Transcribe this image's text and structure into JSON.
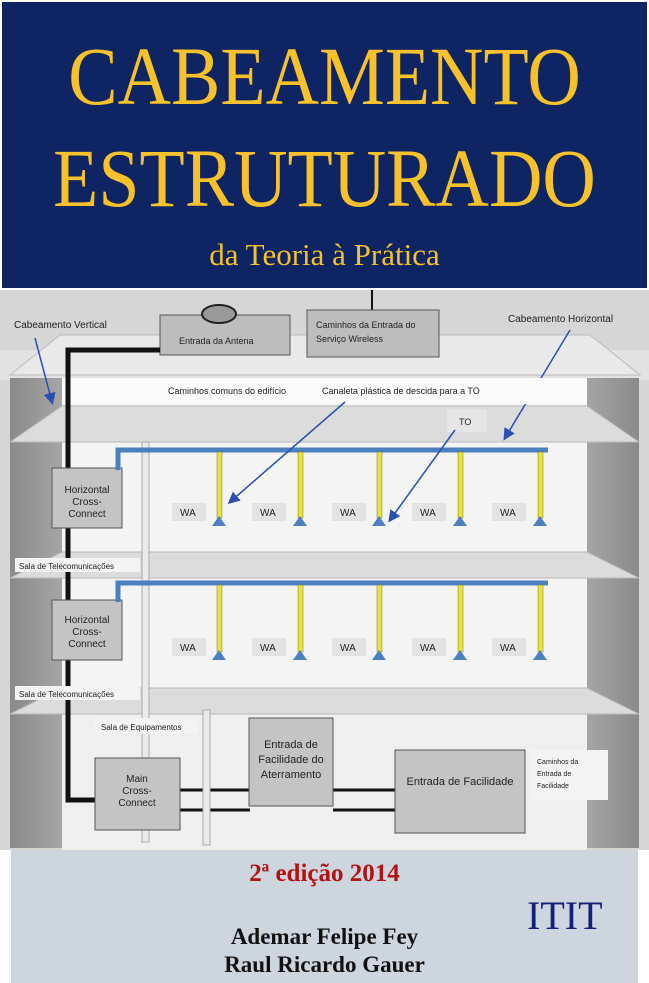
{
  "cover": {
    "title_line1": "CABEAMENTO",
    "title_line2": "ESTRUTURADO",
    "subtitle": "da Teoria à Prática",
    "edition": "2ª edição 2014",
    "publisher": "ITIT",
    "authors": [
      "Ademar Felipe Fey",
      "Raul Ricardo Gauer"
    ]
  },
  "diagram": {
    "labels": {
      "cabeamento_vertical": "Cabeamento Vertical",
      "cabeamento_horizontal": "Cabeamento Horizontal",
      "entrada_antena": "Entrada da Antena",
      "caminhos_wireless_1": "Caminhos da Entrada do",
      "caminhos_wireless_2": "Serviço Wireless",
      "caminhos_comuns": "Caminhos comuns do edifício",
      "canaleta": "Canaleta plástica de descida para a TO",
      "to": "TO",
      "hcc_1": "Horizontal",
      "hcc_2": "Cross-",
      "hcc_3": "Connect",
      "sala_telecom": "Sala de Telecomunicações",
      "sala_equip": "Sala de Equipamentos",
      "mcc_1": "Main",
      "mcc_2": "Cross-",
      "mcc_3": "Connect",
      "aterr_1": "Entrada de",
      "aterr_2": "Facilidade do",
      "aterr_3": "Aterramento",
      "entrada_facilidade": "Entrada de Facilidade",
      "caminhos_fac_1": "Caminhos da",
      "caminhos_fac_2": "Entrada de",
      "caminhos_fac_3": "Facilidade",
      "wa": "WA"
    },
    "colors": {
      "title_bg": "#0f2463",
      "title_text": "#f6c12a",
      "cable_blue": "#4a7fc0",
      "drop_yellow": "#e8e23a",
      "arrow_blue": "#2a4fb0",
      "edition_red": "#b31212",
      "bottom_bg": "#cdd5df"
    }
  }
}
